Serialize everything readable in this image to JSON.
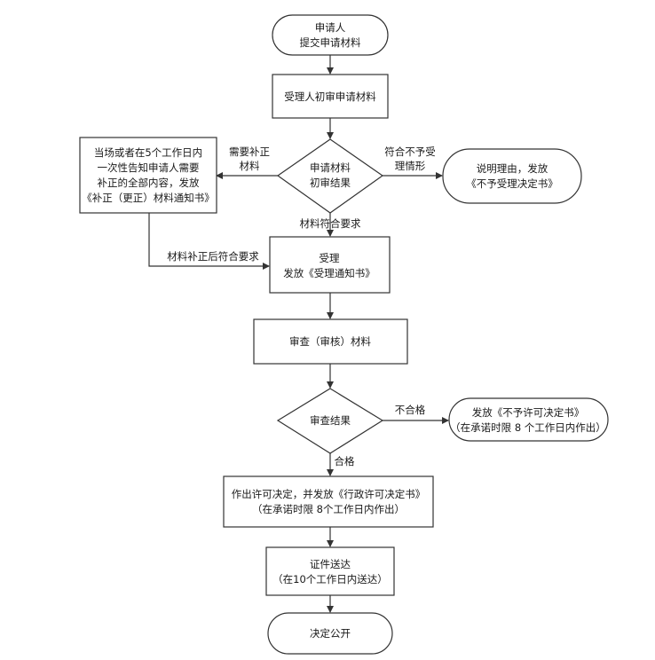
{
  "flowchart": {
    "start": {
      "line1": "申请人",
      "line2": "提交申请材料"
    },
    "initial_review": {
      "label": "受理人初审申请材料"
    },
    "decision_initial": {
      "line1": "申请材料",
      "line2": "初审结果"
    },
    "correction_box": {
      "line1": "当场或者在5个工作日内",
      "line2": "一次性告知申请人需要",
      "line3": "补正的全部内容，发放",
      "line4": "《补正（更正）材料通知书》"
    },
    "reject_box": {
      "line1": "说明理由，发放",
      "line2": "《不予受理决定书》"
    },
    "accept_box": {
      "line1": "受理",
      "line2": "发放《受理通知书》"
    },
    "review_box": {
      "label": "审查（审核）材料"
    },
    "decision_review": {
      "label": "审查结果"
    },
    "deny_box": {
      "line1": "发放《不予许可决定书》",
      "line2": "（在承诺时限 8 个工作日内作出）"
    },
    "permit_box": {
      "line1": "作出许可决定，并发放《行政许可决定书》",
      "line2": "（在承诺时限 8个工作日内作出）"
    },
    "deliver_box": {
      "line1": "证件送达",
      "line2": "（在10个工作日内送达）"
    },
    "end": {
      "label": "决定公开"
    }
  },
  "edge_labels": {
    "need_correction_1": "需要补正",
    "need_correction_2": "材料",
    "not_accept_1": "符合不予受",
    "not_accept_2": "理情形",
    "meets_requirements": "材料符合要求",
    "after_correction": "材料补正后符合要求",
    "fail": "不合格",
    "pass": "合格"
  }
}
